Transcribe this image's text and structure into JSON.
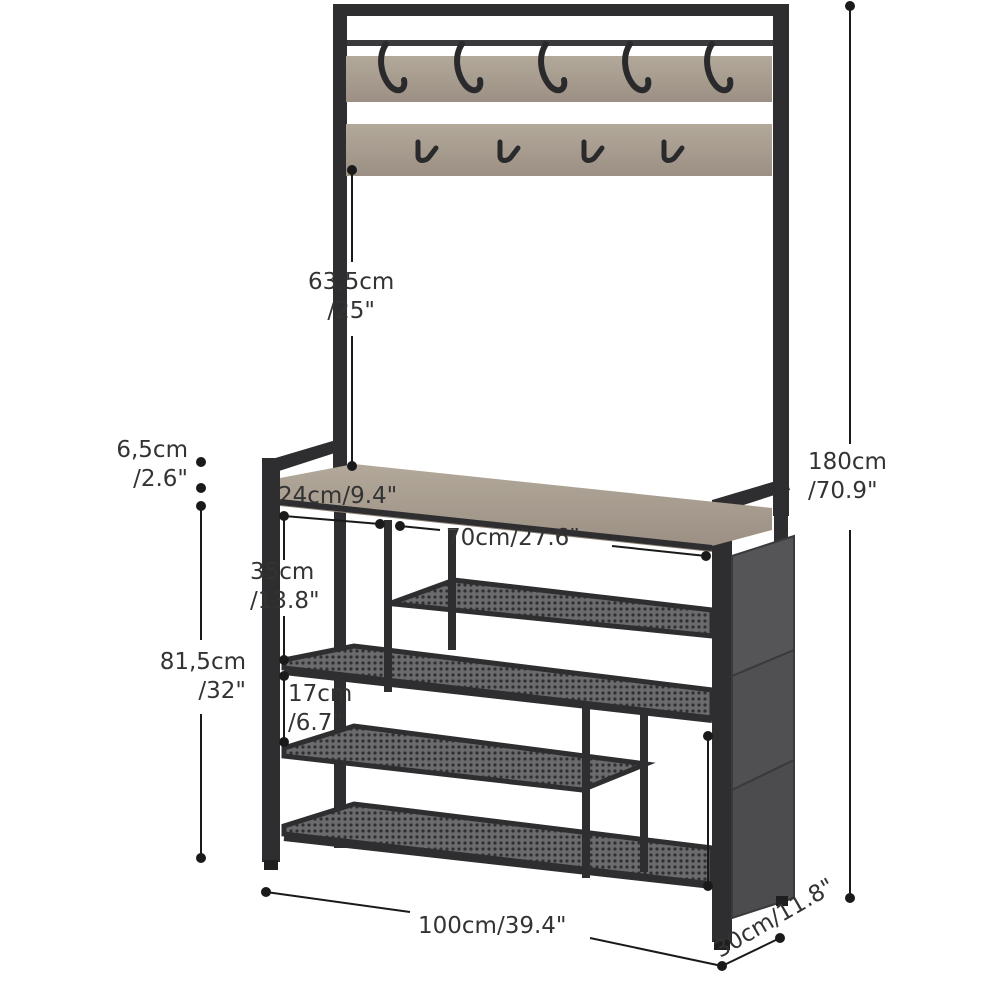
{
  "product": {
    "frame_color": "#2e2e30",
    "wood_color": "#a69c8f",
    "bag_color": "#4a4a4d",
    "mesh_color": "#3b3b3e",
    "hook_color": "#2a2a2c"
  },
  "dimensions": {
    "total_height": {
      "metric": "180cm",
      "imperial": "/70.9\""
    },
    "hook_to_bench": {
      "metric": "63,5cm",
      "imperial": "/25\""
    },
    "bench_thickness": {
      "metric": "6,5cm",
      "imperial": "/2.6\""
    },
    "bench_height": {
      "metric": "81,5cm",
      "imperial": "/32\""
    },
    "left_section_width": {
      "label": "24cm/9.4\""
    },
    "right_section_width": {
      "label": "70cm/27.6\""
    },
    "shelf_gap_large": {
      "metric": "35cm",
      "imperial": "/13.8\""
    },
    "shelf_gap_small": {
      "metric": "17cm",
      "imperial": "/6.7\""
    },
    "total_width": {
      "label": "100cm/39.4\""
    },
    "depth": {
      "label": "30cm/11.8\""
    }
  }
}
